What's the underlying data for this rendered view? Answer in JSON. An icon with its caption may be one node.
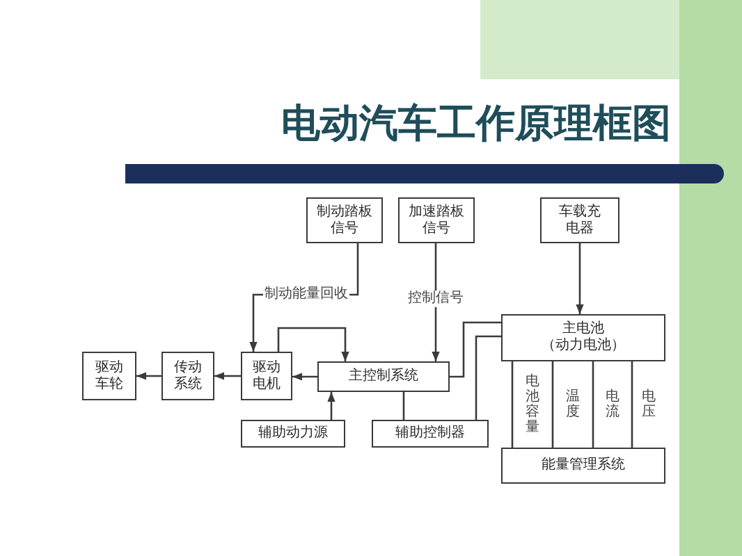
{
  "diagram": {
    "title": "电动汽车工作原理框图",
    "nodes": [
      {
        "text": [
          "制动踏板信号"
        ]
      },
      {
        "text": [
          "加速踏板信号"
        ]
      },
      {
        "text": [
          "车载充电器"
        ]
      },
      {
        "text": [
          "主电池",
          "（动力电池）"
        ]
      },
      {
        "text": [
          "主控制系统"
        ]
      },
      {
        "text": [
          "驱动电机"
        ]
      },
      {
        "text": [
          "传动系统"
        ]
      },
      {
        "text": [
          "驱动车轮"
        ]
      },
      {
        "text": [
          "辅助动力源"
        ]
      },
      {
        "text": [
          "辅助控制器"
        ]
      },
      {
        "text": [
          "能量管理系统"
        ]
      }
    ],
    "edges": [
      {
        "from": 2,
        "to": 3,
        "arrow": "to"
      },
      {
        "from": 0,
        "to": 5,
        "arrow": "to",
        "label": "制动能量回收"
      },
      {
        "from": 1,
        "to": 4,
        "arrow": "to",
        "label": "控制信号"
      },
      {
        "from": 5,
        "to": 4,
        "arrow": "to"
      },
      {
        "from": 4,
        "to": 5,
        "arrow": "to"
      },
      {
        "from": 5,
        "to": 6,
        "arrow": "to"
      },
      {
        "from": 6,
        "to": 7,
        "arrow": "to"
      },
      {
        "from": 8,
        "to": 4,
        "arrow": "to"
      },
      {
        "from": 4,
        "to": 9,
        "arrow": "none"
      },
      {
        "from": 3,
        "to": 4,
        "arrow": "none"
      },
      {
        "from": 3,
        "to": 9,
        "arrow": "none"
      },
      {
        "from": 3,
        "to": 10,
        "arrow": "none",
        "label": "电池容量"
      },
      {
        "from": 3,
        "to": 10,
        "arrow": "none",
        "label": "温度"
      },
      {
        "from": 3,
        "to": 10,
        "arrow": "none",
        "label": "电流"
      },
      {
        "from": 3,
        "to": 10,
        "arrow": "none",
        "label": "电压"
      }
    ]
  }
}
